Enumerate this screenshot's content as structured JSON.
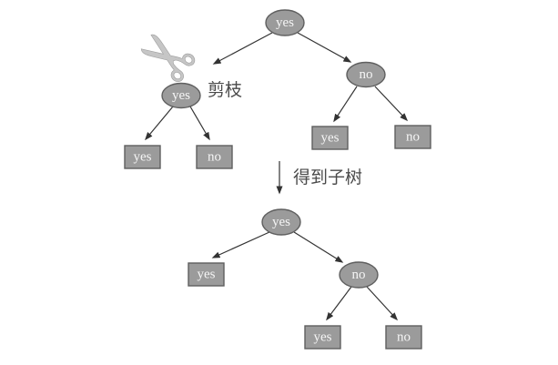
{
  "colors": {
    "node_fill": "#9b9b9b",
    "node_stroke": "#5f5f5f",
    "node_text": "#f5f5f5",
    "edge": "#333333",
    "label_text": "#4a4a4a",
    "scissors": "#c6c6c6",
    "background": "#ffffff"
  },
  "icons": {
    "scissors": "✂"
  },
  "top_tree": {
    "root": {
      "label": "yes"
    },
    "left_child": {
      "label": "yes"
    },
    "left_left_leaf": {
      "label": "yes"
    },
    "left_right_leaf": {
      "label": "no"
    },
    "right_child": {
      "label": "no"
    },
    "right_left_leaf": {
      "label": "yes"
    },
    "right_right_leaf": {
      "label": "no"
    },
    "prune_annotation": "剪枝"
  },
  "transition": {
    "label": "得到子树"
  },
  "bottom_tree": {
    "root": {
      "label": "yes"
    },
    "left_leaf": {
      "label": "yes"
    },
    "right_child": {
      "label": "no"
    },
    "right_left_leaf": {
      "label": "yes"
    },
    "right_right_leaf": {
      "label": "no"
    }
  }
}
